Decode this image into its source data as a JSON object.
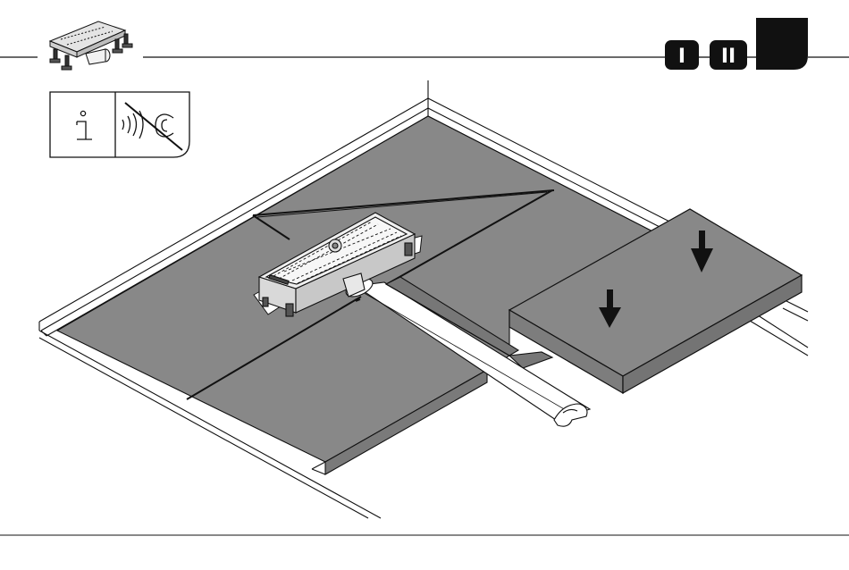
{
  "header": {
    "steps": [
      {
        "label": "I",
        "state": "done"
      },
      {
        "label": "II",
        "state": "done"
      },
      {
        "label": "",
        "state": "current"
      }
    ]
  },
  "info_panel": {
    "icons": [
      "info-icon",
      "no-noise-transmission-icon"
    ]
  },
  "illustration": {
    "parts": [
      "floor-frame",
      "insulation-boards",
      "shower-drain-unit",
      "drain-pipe",
      "insulation-board-being-placed",
      "press-down-arrows"
    ],
    "arrow_count": 2
  },
  "colors": {
    "line": "#111111",
    "board_fill": "#888888",
    "board_side": "#7a7a7a",
    "step_fill": "#111111",
    "background": "#ffffff"
  }
}
